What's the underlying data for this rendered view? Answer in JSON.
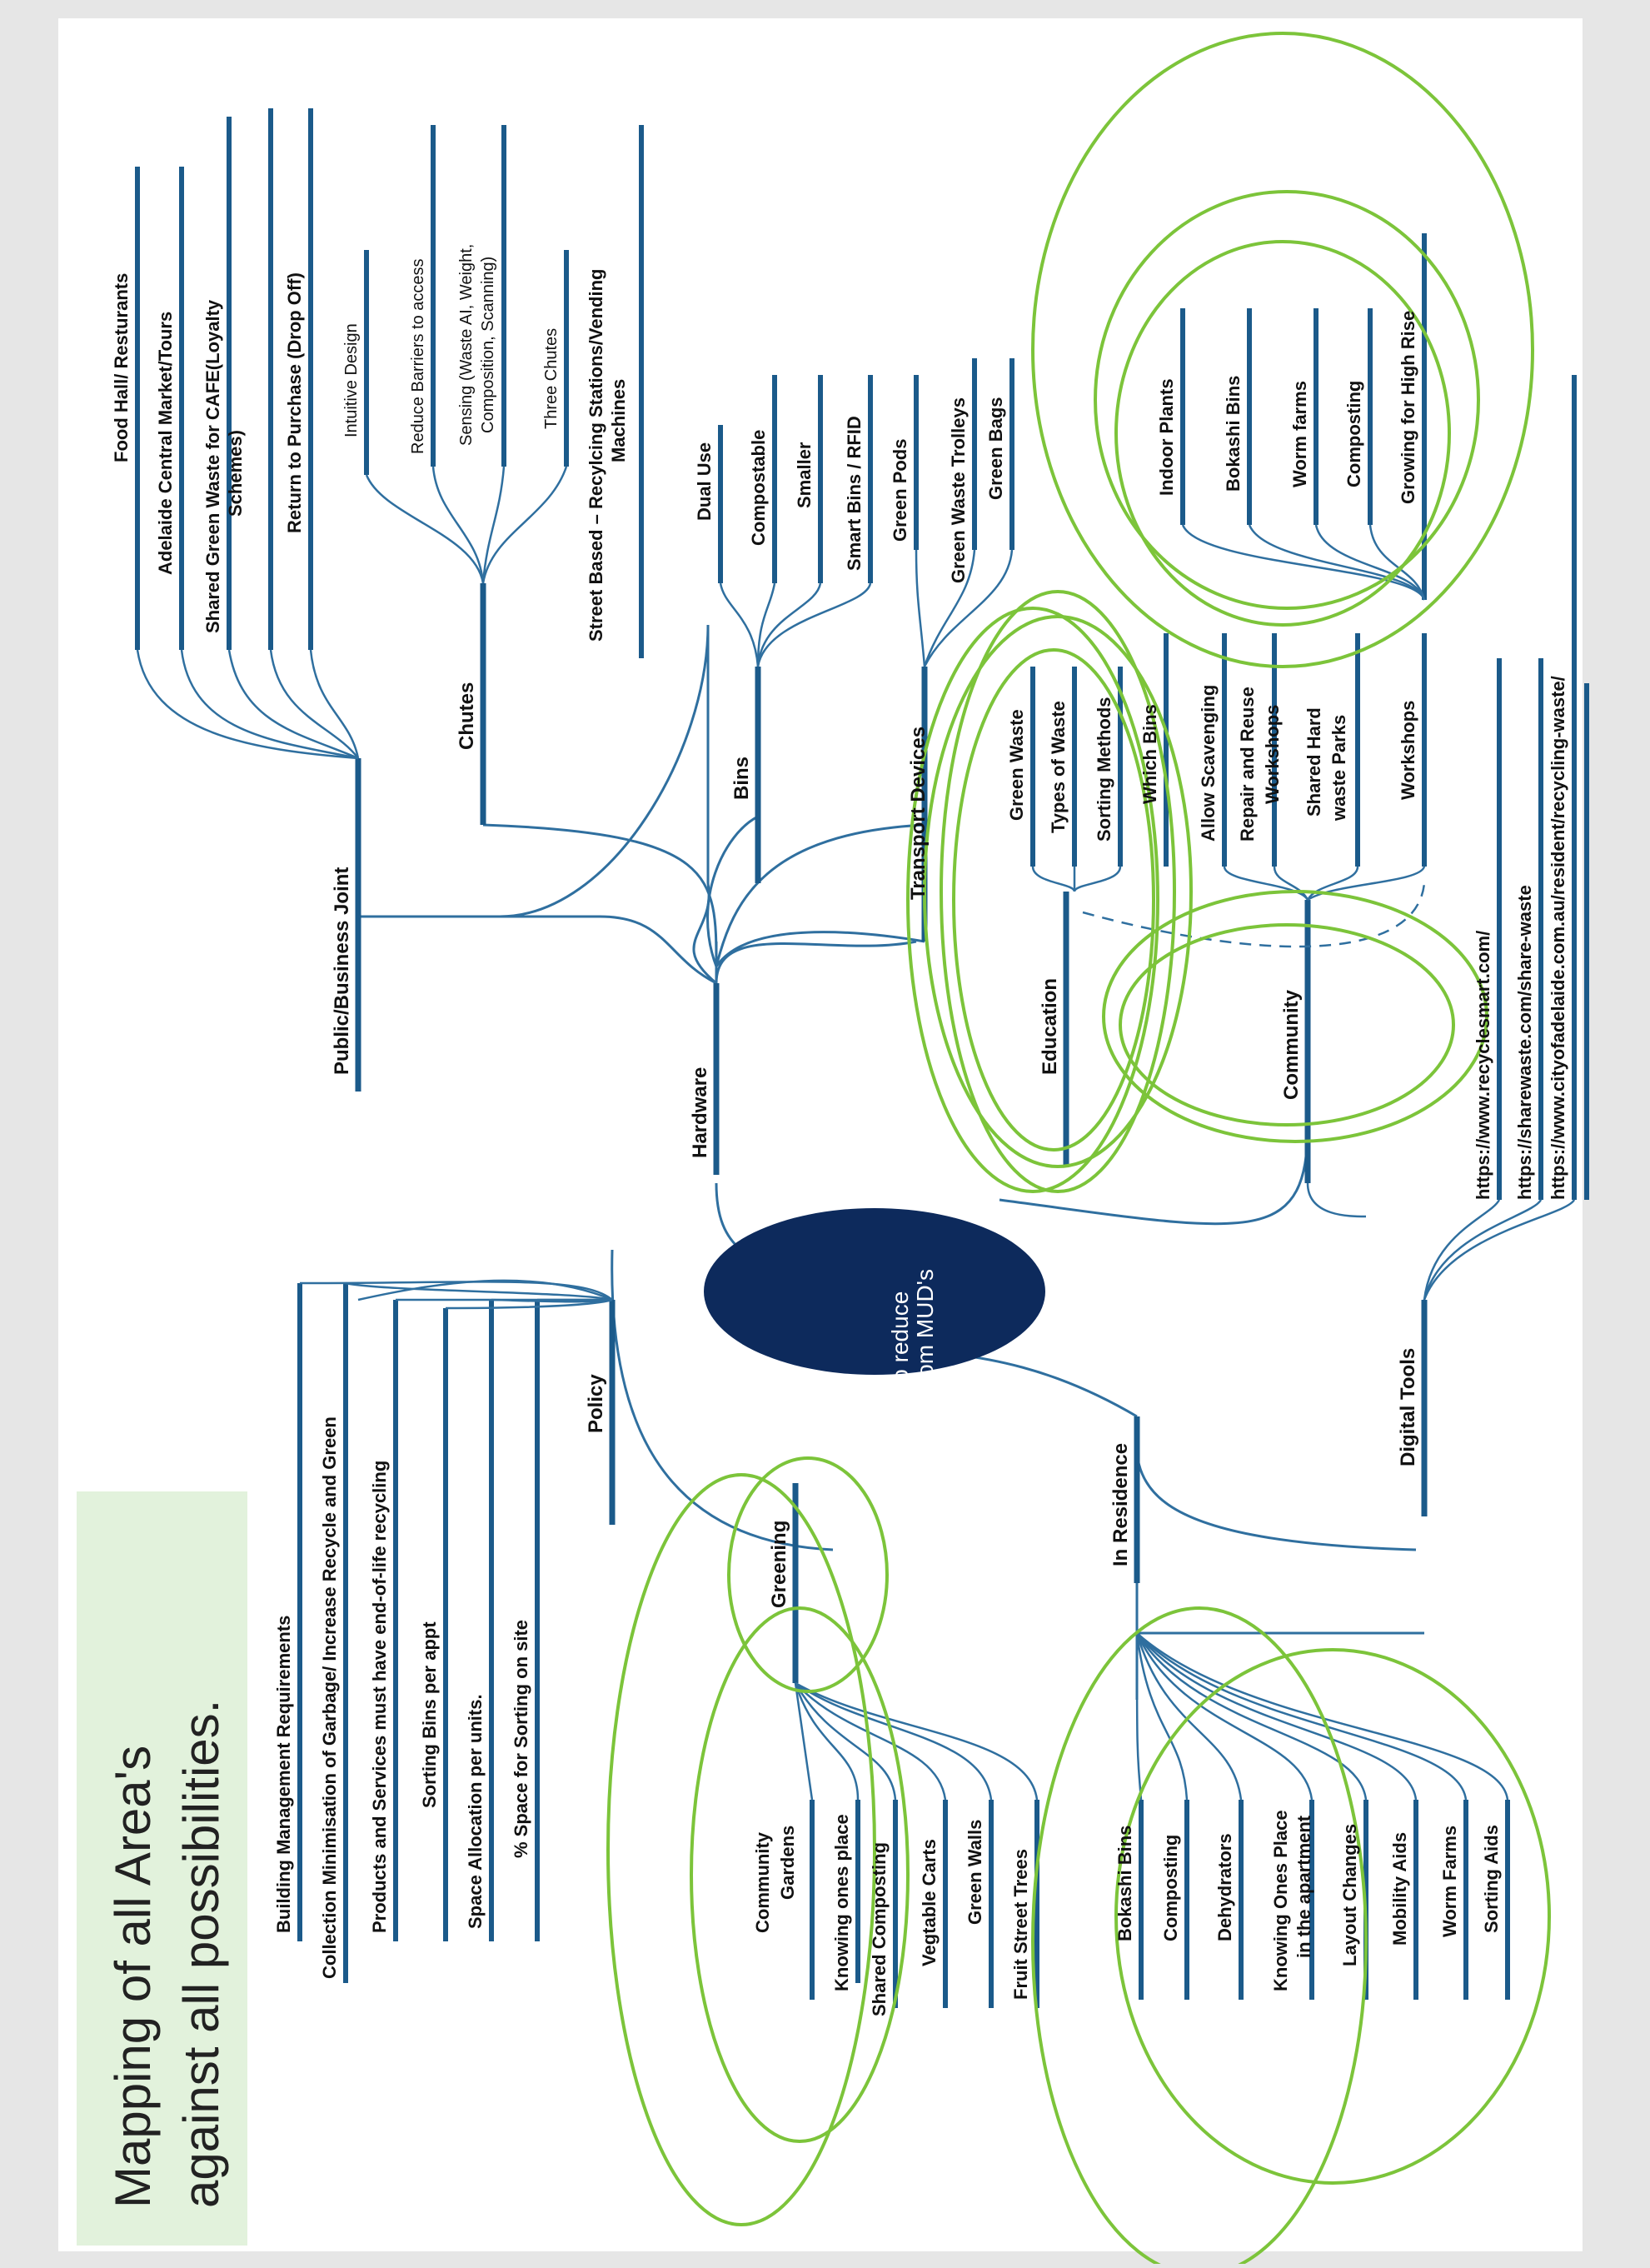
{
  "title": "Mapping of all Area's against all possibilities.",
  "center": "How to reduce landfill from MUD's",
  "hubs": {
    "hardware": "Hardware",
    "public": "Public/Business Joint",
    "chutes": "Chutes",
    "bins": "Bins",
    "transport": "Transport Devices",
    "education": "Education",
    "community": "Community",
    "policy": "Policy",
    "greening": "Greening",
    "in_residence": "In Residence",
    "digital_tools": "Digital Tools"
  },
  "leaves": {
    "public": [
      "Food Hall/ Resturants",
      "Adelaide Central Market/Tours",
      "Shared Green Waste for CAFE(Loyalty",
      "Schemes)",
      "Return to Purchase (Drop Off)"
    ],
    "chutes": [
      "Intuitive Design",
      "Reduce Barriers to access",
      "Sensing (Waste AI, Weight,",
      "Composition, Scanning)",
      "Three Chutes"
    ],
    "street": [
      "Street Based – Recylcing Stations/Vending",
      "Machines"
    ],
    "bins": [
      "Dual Use",
      "Compostable",
      "Smaller",
      "Smart Bins / RFID"
    ],
    "transport": [
      "Green Pods",
      "Green Waste Trolleys",
      "Green Bags"
    ],
    "high_rise": [
      "Indoor Plants",
      "Bokashi Bins",
      "Worm farms",
      "Composting",
      "Growing for High Rise"
    ],
    "education": [
      "Green Waste",
      "Types of Waste",
      "Sorting Methods",
      "Which Bins"
    ],
    "community": [
      "Allow Scavenging",
      "Repair and Reuse",
      "Workshops",
      "Shared Hard",
      "waste Parks",
      "Workshops"
    ],
    "digital": [
      "https://www.recyclesmart.com/",
      "https://sharewaste.com/share-waste",
      "https://www.cityofadelaide.com.au/resident/recycling-waste/"
    ],
    "policy": [
      "Building Management Requirements",
      "Collection Minimisation of Garbage/ Increase Recycle and Green",
      "Products and Services must have end-of-life recycling",
      "Sorting Bins per appt",
      "Space Allocation per units.",
      "% Space for Sorting on site"
    ],
    "greening": [
      "Community",
      "Gardens",
      "Knowing ones place",
      "Shared Composting",
      "Vegtable Carts",
      "Green Walls",
      "Fruit Street Trees"
    ],
    "residence": [
      "Bokashi  Bins",
      "Composting",
      "Dehydrators",
      "Knowing Ones Place",
      "in the  apartment",
      "Layout Changes",
      "Mobility Aids",
      "Worm Farms",
      "Sorting Aids"
    ]
  },
  "colors": {
    "line": "#2f6f9f",
    "bar": "#1b5a8a",
    "center_fill": "#0d2a5c",
    "highlight": "#7cc43a",
    "title_bg": "#e2f2dc",
    "page_bg": "#ffffff",
    "outer_bg": "#e6e6e6"
  }
}
